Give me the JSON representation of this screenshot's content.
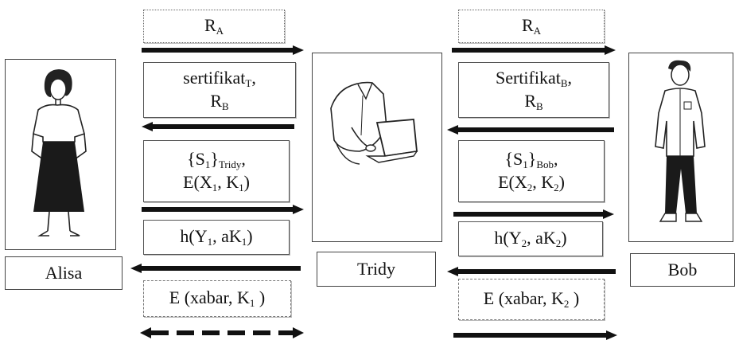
{
  "left_messages": [
    {
      "parts": [
        {
          "t": "R"
        },
        {
          "s": "A"
        }
      ]
    },
    {
      "parts": [
        {
          "t": "sertifikat"
        },
        {
          "s": "T"
        },
        {
          "t": ","
        },
        {
          "br": true
        },
        {
          "t": "R"
        },
        {
          "s": "B"
        }
      ]
    },
    {
      "parts": [
        {
          "t": "{S"
        },
        {
          "s": "1"
        },
        {
          "t": "}"
        },
        {
          "s": "Tridy"
        },
        {
          "t": ","
        },
        {
          "br": true
        },
        {
          "t": "E(X"
        },
        {
          "s": "1"
        },
        {
          "t": ", K"
        },
        {
          "s": "1"
        },
        {
          "t": ")"
        }
      ]
    },
    {
      "parts": [
        {
          "t": "h(Y"
        },
        {
          "s": "1"
        },
        {
          "t": ", aK"
        },
        {
          "s": "1"
        },
        {
          "t": ")"
        }
      ]
    },
    {
      "parts": [
        {
          "t": "E (xabar, K"
        },
        {
          "s": "1"
        },
        {
          "t": " )"
        }
      ]
    }
  ],
  "right_messages": [
    {
      "parts": [
        {
          "t": "R"
        },
        {
          "s": "A"
        }
      ]
    },
    {
      "parts": [
        {
          "t": "Sertifikat"
        },
        {
          "s": "B"
        },
        {
          "t": ","
        },
        {
          "br": true
        },
        {
          "t": "R"
        },
        {
          "s": "B"
        }
      ]
    },
    {
      "parts": [
        {
          "t": "{S"
        },
        {
          "s": "1"
        },
        {
          "t": "}"
        },
        {
          "s": "Bob"
        },
        {
          "t": ","
        },
        {
          "br": true
        },
        {
          "t": "E(X"
        },
        {
          "s": "2"
        },
        {
          "t": ", K"
        },
        {
          "s": "2"
        },
        {
          "t": ")"
        }
      ]
    },
    {
      "parts": [
        {
          "t": "h(Y"
        },
        {
          "s": "2"
        },
        {
          "t": ", aK"
        },
        {
          "s": "2"
        },
        {
          "t": ")"
        }
      ]
    },
    {
      "parts": [
        {
          "t": "E (xabar, K"
        },
        {
          "s": "2"
        },
        {
          "t": " )"
        }
      ]
    }
  ],
  "left_arrows": [
    "right",
    "left",
    "right",
    "left",
    "both-dashed"
  ],
  "right_arrows": [
    "right",
    "left",
    "right",
    "left",
    "right"
  ],
  "participants": {
    "alice": "Alisa",
    "tridy": "Tridy",
    "bob": "Bob"
  }
}
